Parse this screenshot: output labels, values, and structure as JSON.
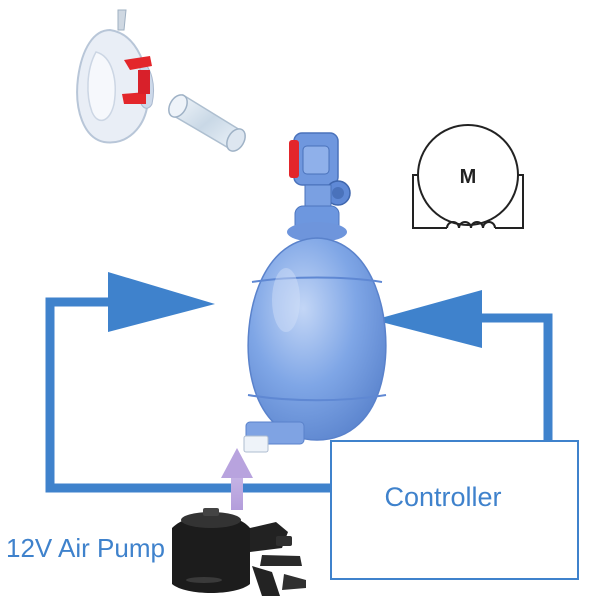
{
  "diagram": {
    "labels": {
      "controller": "Controller",
      "air_pump": "12V Air Pump",
      "motor_symbol": "M"
    },
    "colors": {
      "flow_arrow": "#3f82cc",
      "controller_border": "#3f82cc",
      "controller_text": "#3f82cc",
      "pump_label": "#3f82cc",
      "pump_air_arrow": "#a98fd4",
      "bag_body": "#7fa6e6",
      "bag_highlight": "#b7cdf3",
      "mask_clear": "#e6ecf5",
      "mask_clip": "#e3262b",
      "motor_line": "#222222",
      "pump_body": "#1c1c1c"
    },
    "icons": [
      "face-mask-icon",
      "connector-tube-icon",
      "valve-icon",
      "resuscitator-bag-icon",
      "motor-symbol-icon",
      "air-pump-icon"
    ]
  }
}
